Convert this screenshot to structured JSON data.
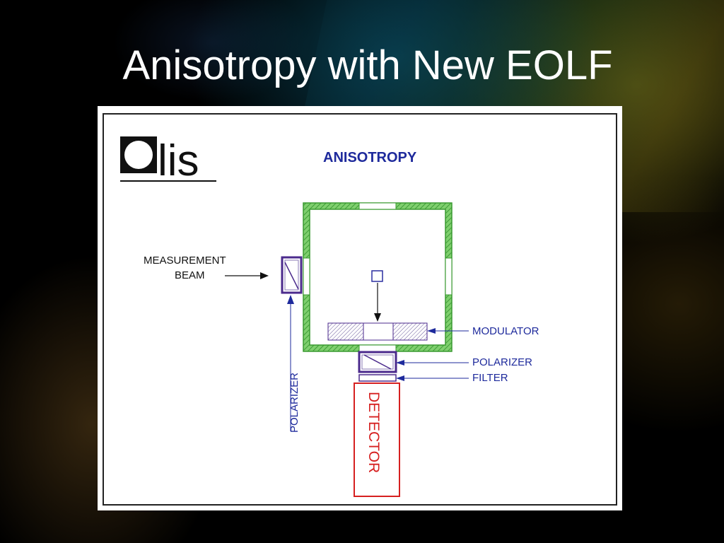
{
  "slide": {
    "title": "Anisotropy with New EOLF"
  },
  "diagram": {
    "logo_text": "lis",
    "heading": "ANISOTROPY",
    "labels": {
      "measurement_line1": "MEASUREMENT",
      "measurement_line2": "BEAM",
      "polarizer_vertical": "POLARIZER",
      "detector": "DETECTOR",
      "modulator": "MODULATOR",
      "polarizer": "POLARIZER",
      "filter": "FILTER"
    },
    "colors": {
      "sample_chamber": "#4caf3c",
      "optics": "#4b2a8c",
      "labels": "#1e2a9c",
      "detector": "#d62020"
    }
  }
}
